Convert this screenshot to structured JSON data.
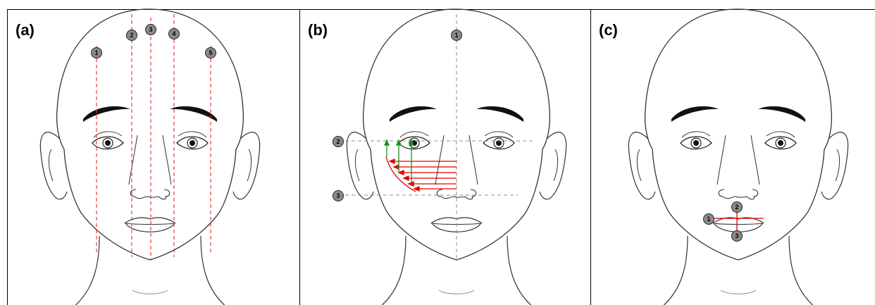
{
  "panels": [
    {
      "label": "(a)",
      "markers": [
        "1",
        "2",
        "3",
        "4",
        "5"
      ]
    },
    {
      "label": "(b)",
      "markers": [
        "1",
        "2",
        "3"
      ]
    },
    {
      "label": "(c)",
      "markers": [
        "1",
        "2",
        "3"
      ]
    }
  ],
  "colors": {
    "outline": "#333333",
    "dashed_red": "#e8383d",
    "dashed_gray": "#8c8c8c",
    "arrow_red": "#e00000",
    "arrow_green": "#1a8f1a",
    "marker_fill": "#8a8a8a"
  }
}
